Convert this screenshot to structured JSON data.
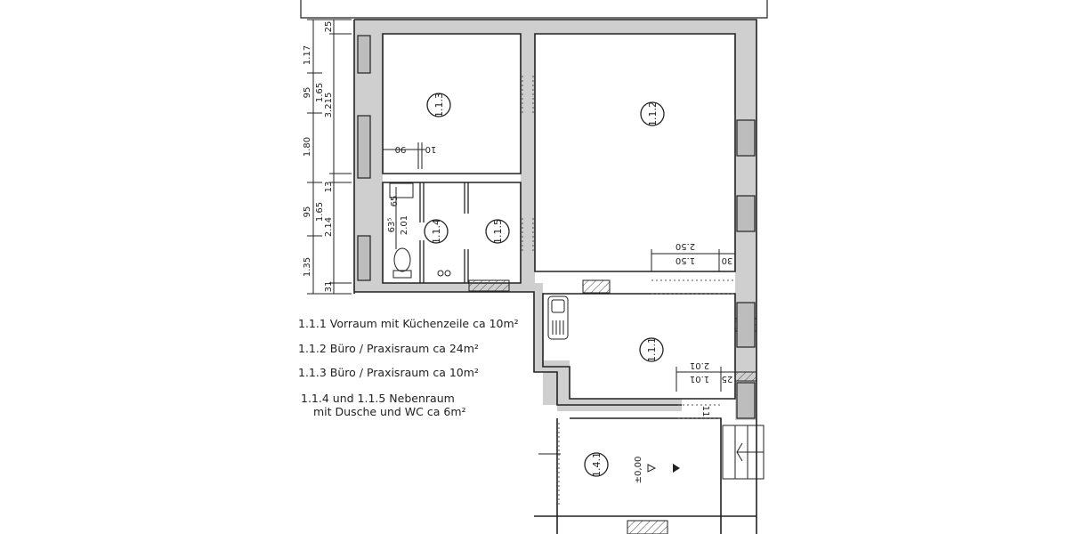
{
  "plan": {
    "rooms": [
      {
        "id": "1.1.1",
        "label": "1.1.1"
      },
      {
        "id": "1.1.2",
        "label": "1.1.2"
      },
      {
        "id": "1.1.3",
        "label": "1.1.3"
      },
      {
        "id": "1.1.4",
        "label": "1.1.4"
      },
      {
        "id": "1.1.5",
        "label": "1.1.5"
      },
      {
        "id": "1.4.1",
        "label": "1.4.1"
      }
    ],
    "left_dimensions_outer": [
      "1.17",
      "95",
      "1.80",
      "95",
      "1.35"
    ],
    "left_dimensions_inner": [
      "1.65",
      "1.65"
    ],
    "left_dimensions_far": [
      "25",
      "3.215",
      "13",
      "2.14",
      "31"
    ],
    "bath_dims": [
      "65",
      "63⁵",
      "2.01"
    ],
    "room113_dims": [
      "90",
      "10"
    ],
    "room112_dims": [
      "2.50",
      "1.50",
      "30"
    ],
    "room111_dims": [
      "2.01",
      "1.01",
      "25",
      "11"
    ],
    "room141_level": "±0,00"
  },
  "legend": {
    "items": [
      "1.1.1 Vorraum mit Küchenzeile ca 10m²",
      "1.1.2 Büro / Praxisraum ca 24m²",
      "1.1.3 Büro / Praxisraum ca 10m²",
      "1.1.4 und 1.1.5  Nebenraum",
      "mit Dusche und WC ca 6m²"
    ]
  }
}
